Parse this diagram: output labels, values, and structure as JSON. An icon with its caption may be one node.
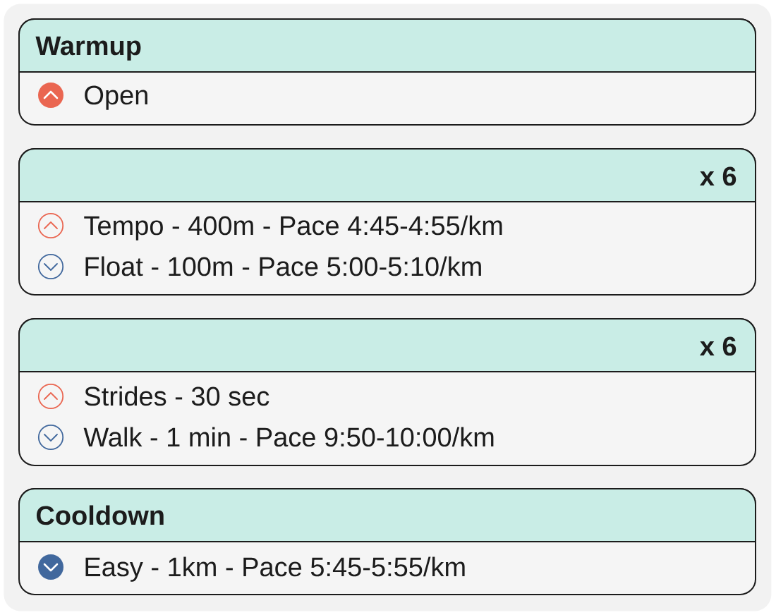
{
  "diagram": {
    "nodes": [
      {
        "text": [],
        "shape": "box"
      },
      {
        "text": [
          "Warmup",
          "Open"
        ],
        "in": 0
      },
      {
        "text": [
          "x 6",
          "Tempo - 400m - Pace 4:45-4:55/km",
          "Float - 100m - Pace 5:00-5:10/km"
        ],
        "in": 0
      },
      {
        "text": [
          "x 6",
          "Strides - 30 sec",
          "Walk - 1 min - Pace 9:50-10:00/km"
        ],
        "in": 0
      },
      {
        "text": [
          "Cooldown",
          "Easy - 1km - Pace 5:45-5:55/km"
        ],
        "in": 0
      }
    ]
  }
}
